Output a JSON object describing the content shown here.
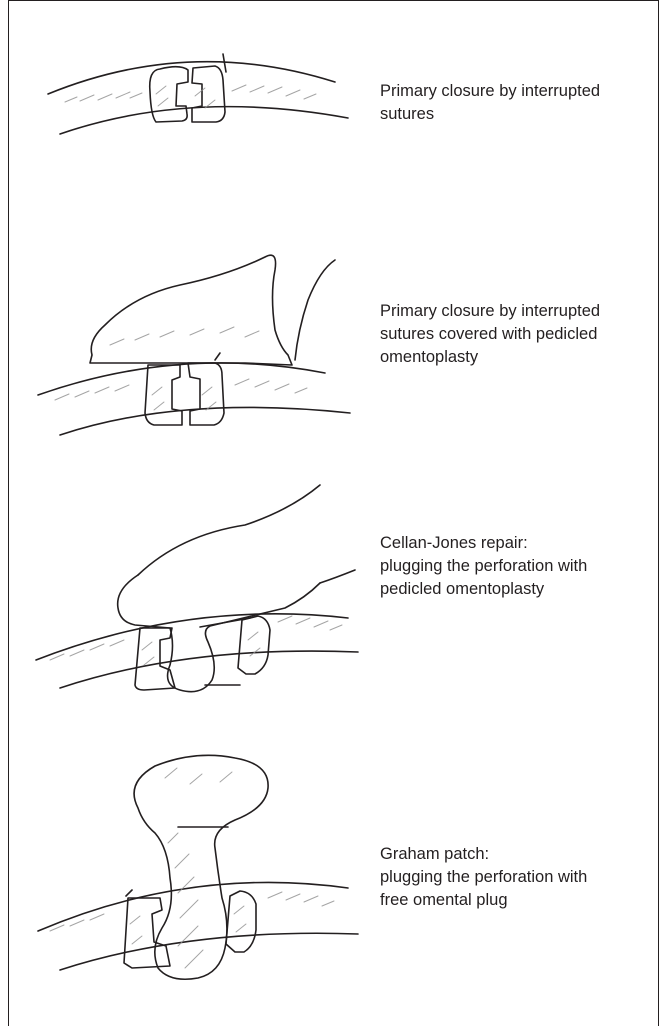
{
  "figure": {
    "panels": [
      {
        "id": "primary-closure",
        "caption": "Primary closure by interrupted\nsutures"
      },
      {
        "id": "primary-closure-omentoplasty",
        "caption": "Primary closure by interrupted\nsutures covered with pedicled\nomentoplasty"
      },
      {
        "id": "cellan-jones",
        "caption": "Cellan-Jones repair:\nplugging the perforation with\npedicled omentoplasty"
      },
      {
        "id": "graham-patch",
        "caption": "Graham patch:\nplugging the perforation with\nfree omental plug"
      }
    ],
    "colors": {
      "ink": "#231f20",
      "shade": "#8f8f8f",
      "paper": "#ffffff"
    }
  }
}
